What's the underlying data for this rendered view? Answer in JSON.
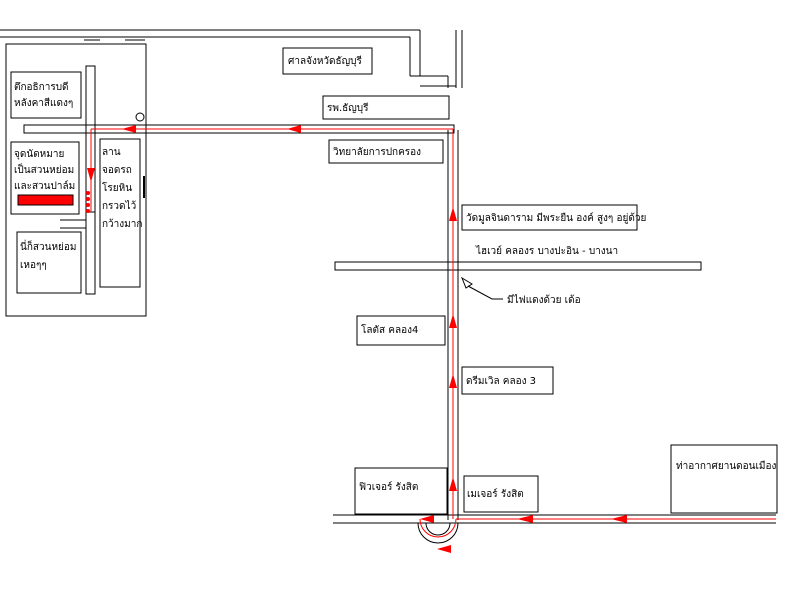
{
  "labels": {
    "courthouse": "ศาลจังหวัดธัญบุรี",
    "hospital": "รพ.ธัญบุรี",
    "college": "วิทยาลัยการปกครอง",
    "bldg_line1": "ตึกอธิการบดี",
    "bldg_line2": "หลังคาสีแดงๆ",
    "meet_line1": "จุดนัดหมาย",
    "meet_line2": "เป็นสวนหย่อม",
    "meet_line3": "และสวนปาล์ม",
    "garden_line1": "นี่ก็สวนหย่อม",
    "garden_line2": "เหอๆๆ",
    "parking_line1": "ลาน",
    "parking_line2": "จอดรถ",
    "parking_line3": "โรยหิน",
    "parking_line4": "กรวดไว้",
    "parking_line5": "กว้างมาก",
    "temple": "วัดมูลจินดาราม มีพระยืน องค์ สูงๆ อยู่ด้วย",
    "highway": "ไฮเวย์ คลองร บางปะอิน - บางนา",
    "traffic_light": "มีไฟแดงด้วย เด้อ",
    "lotus": "โลตัส คลอง4",
    "dreamwell": "ดรีมเวิล คลอง 3",
    "future": "ฟิวเจอร์ รังสิต",
    "major": "เมเจอร์ รังสิต",
    "airport": "ท่าอากาศยานดอนเมือง"
  },
  "colors": {
    "route": "#ff0000",
    "meeting_marker": "#ff0000",
    "lines": "#000000"
  }
}
